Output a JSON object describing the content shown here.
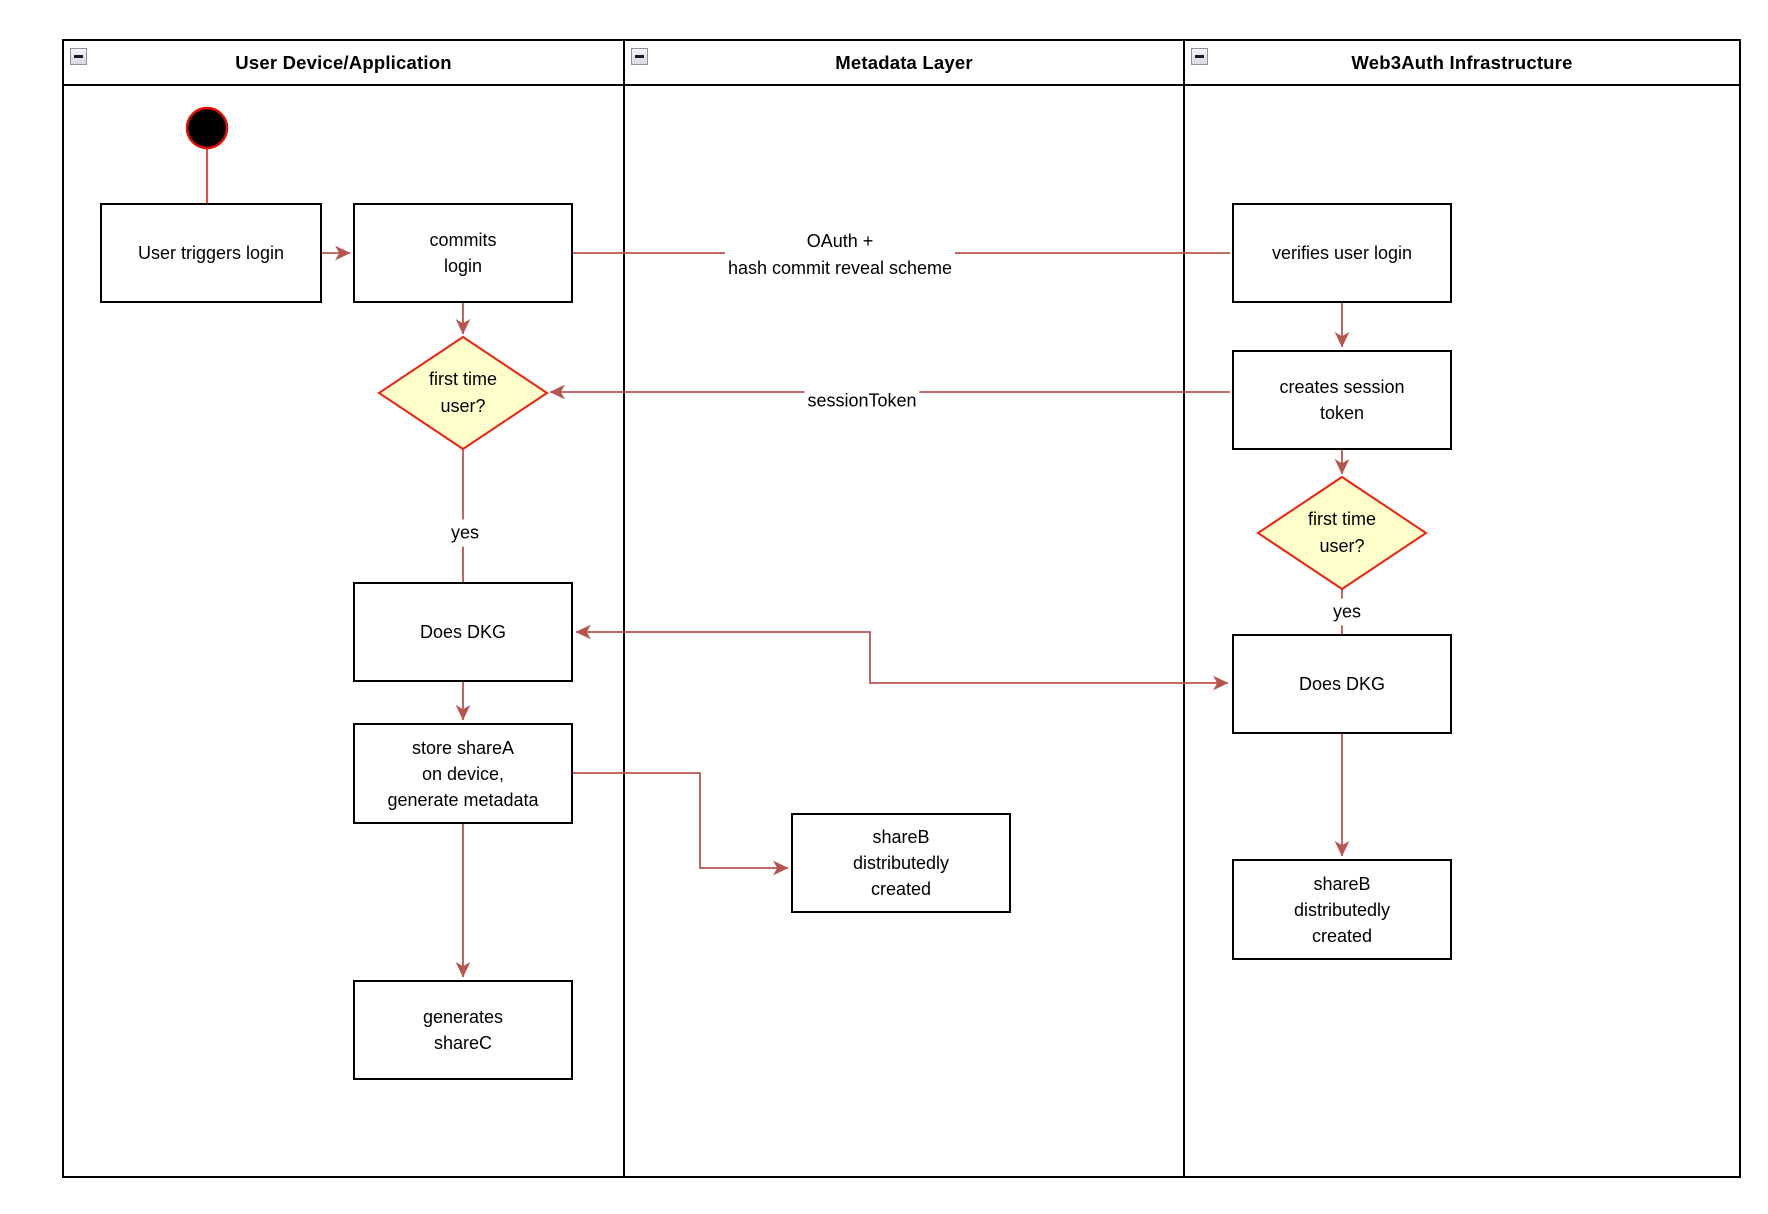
{
  "colors": {
    "connector": "#b85450",
    "start_accent": "#e60d00",
    "decision_fill": "#ffffcc",
    "decision_border": "#ee2211",
    "node_border": "#000000",
    "node_fill": "#ffffff"
  },
  "lanes": [
    {
      "title": "User Device/Application"
    },
    {
      "title": "Metadata Layer"
    },
    {
      "title": "Web3Auth Infrastructure"
    }
  ],
  "nodes": {
    "user_triggers_login": "User triggers login",
    "commits_login": "commits\nlogin",
    "first_time_user_device": "first time\nuser?",
    "does_dkg_device": "Does DKG",
    "store_sharea": "store shareA\non device,\ngenerate metadata",
    "generates_sharec": "generates\nshareC",
    "shareb_metadata": "shareB\ndistributedly\ncreated",
    "verifies_user_login": "verifies user login",
    "creates_session_token": "creates session\ntoken",
    "first_time_user_infra": "first time\nuser?",
    "does_dkg_infra": "Does DKG",
    "shareb_infra": "shareB\ndistributedly\ncreated"
  },
  "edge_labels": {
    "oauth": "OAuth +\nhash commit reveal scheme",
    "session_token": "sessionToken",
    "yes_device": "yes",
    "yes_infra": "yes"
  }
}
